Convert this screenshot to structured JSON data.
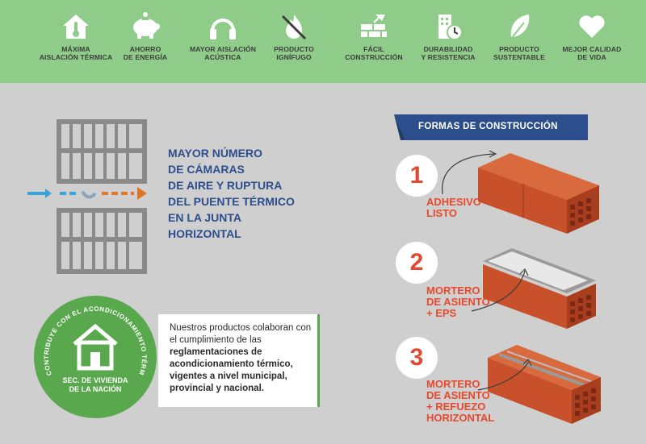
{
  "features": [
    {
      "icon": "thermometer-house-icon",
      "line1": "MÁXIMA",
      "line2": "AISLACIÓN TÉRMICA"
    },
    {
      "icon": "piggy-bank-icon",
      "line1": "AHORRO",
      "line2": "DE ENERGÍA"
    },
    {
      "icon": "headphones-icon",
      "line1": "MAYOR AISLACIÓN",
      "line2": "ACÚSTICA"
    },
    {
      "icon": "no-fire-icon",
      "line1": "PRODUCTO",
      "line2": "IGNÍFUGO"
    },
    {
      "icon": "brick-trowel-icon",
      "line1": "FÁCIL",
      "line2": "CONSTRUCCIÓN"
    },
    {
      "icon": "building-clock-icon",
      "line1": "DURABILIDAD",
      "line2": "Y RESISTENCIA"
    },
    {
      "icon": "leaf-icon",
      "line1": "PRODUCTO",
      "line2": "SUSTENTABLE"
    },
    {
      "icon": "heart-icon",
      "line1": "MEJOR CALIDAD",
      "line2": "DE VIDA"
    }
  ],
  "headline": [
    "MAYOR NÚMERO",
    "DE CÁMARAS",
    "DE AIRE Y RUPTURA",
    "DEL PUENTE TÉRMICO",
    "EN LA JUNTA",
    "HORIZONTAL"
  ],
  "seal": {
    "arc_text": "CONTRIBUYE CON EL ACONDICIONAMIENTO TÉRMICO",
    "line1": "SEC. DE VIVIENDA",
    "line2": "DE LA NACIÓN"
  },
  "info": {
    "intro": "Nuestros productos colaboran con el cumplimiento de las ",
    "bold": "reglamentaciones de acondicionamiento térmico, vigentes a nivel municipal, provincial y nacional."
  },
  "forms_title": "FORMAS DE  CONSTRUCCIÓN",
  "steps": [
    {
      "num": "1",
      "lines": [
        "ADHESIVO",
        "LISTO"
      ]
    },
    {
      "num": "2",
      "lines": [
        "MORTERO",
        "DE ASIENTO",
        "+ EPS"
      ]
    },
    {
      "num": "3",
      "lines": [
        "MORTERO",
        "DE ASIENTO",
        "+ REFUEZO",
        "HORIZONTAL"
      ]
    }
  ],
  "colors": {
    "banner": "#8fcc8a",
    "headline_blue": "#2c4e8c",
    "accent_red": "#e8482c",
    "seal_green": "#5aa84e",
    "brick": "#c8502a"
  }
}
